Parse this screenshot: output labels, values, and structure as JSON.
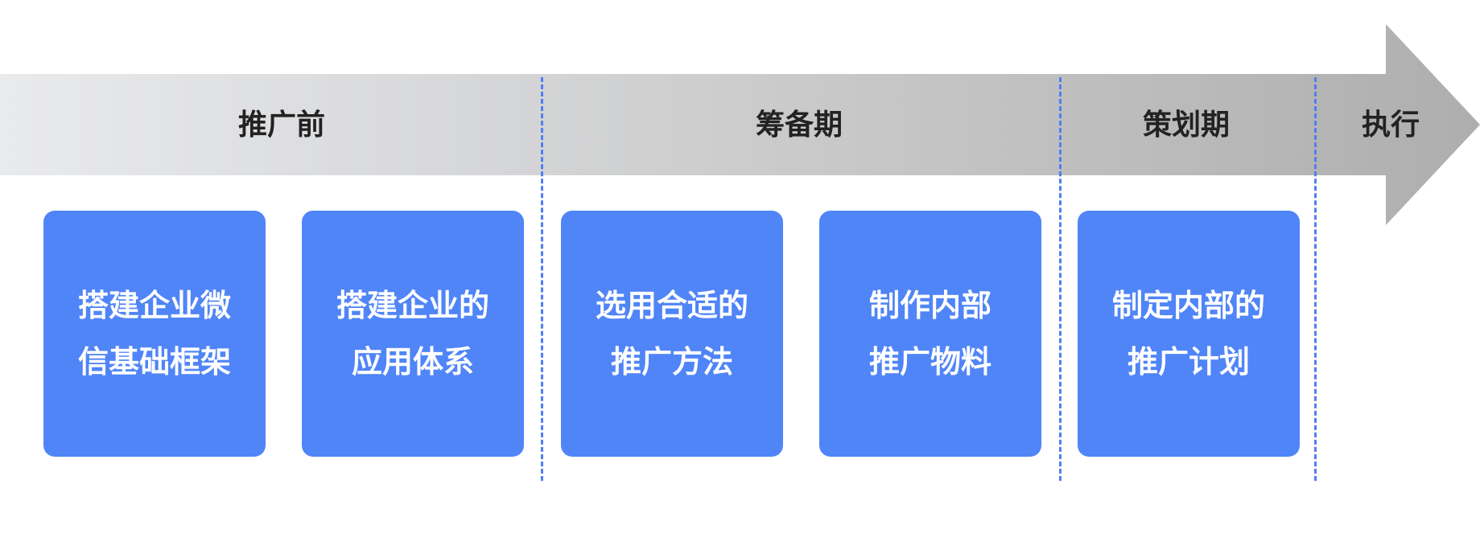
{
  "colors": {
    "arrow_start": "#e9eaec",
    "arrow_end": "#aeaeae",
    "card": "#5085f8",
    "divider": "#4e7ff2",
    "phase_text": "#222222",
    "card_text": "#ffffff"
  },
  "phases": [
    {
      "label": "推广前"
    },
    {
      "label": "筹备期"
    },
    {
      "label": "策划期"
    },
    {
      "label": "执行"
    }
  ],
  "cards": [
    {
      "line1": "搭建企业微",
      "line2": "信基础框架"
    },
    {
      "line1": "搭建企业的",
      "line2": "应用体系"
    },
    {
      "line1": "选用合适的",
      "line2": "推广方法"
    },
    {
      "line1": "制作内部",
      "line2": "推广物料"
    },
    {
      "line1": "制定内部的",
      "line2": "推广计划"
    }
  ]
}
